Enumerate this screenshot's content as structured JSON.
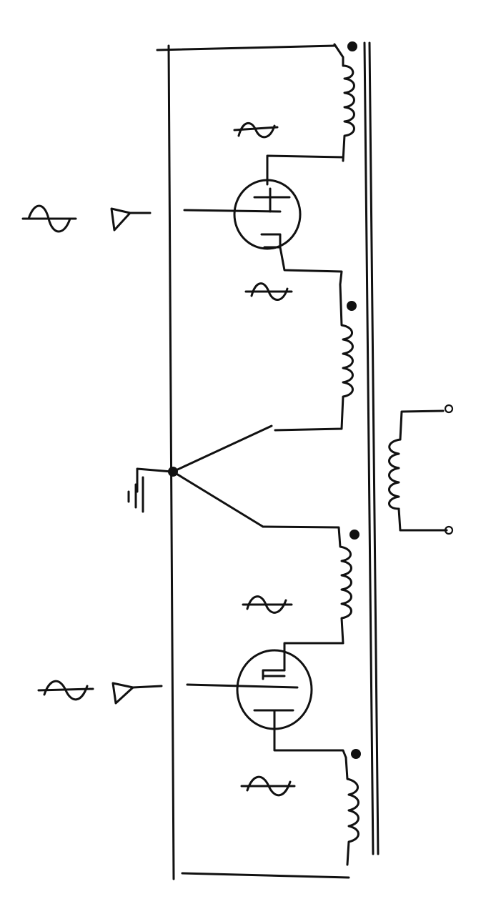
{
  "diagram": {
    "kind": "hand-drawn schematic",
    "colors": {
      "ink": "#111111",
      "paper": "#ffffff"
    },
    "components": {
      "tubes": 2,
      "transformer_windings_primary": 4,
      "transformer_winding_secondary": 1,
      "ground_symbols": 1,
      "sine_wave_symbols": 6,
      "triangle_symbols": 2
    },
    "icons": [
      "sine-wave-icon",
      "triangle-icon",
      "ground-icon",
      "tube-icon",
      "winding-coil-icon",
      "polarity-dot-icon"
    ]
  }
}
